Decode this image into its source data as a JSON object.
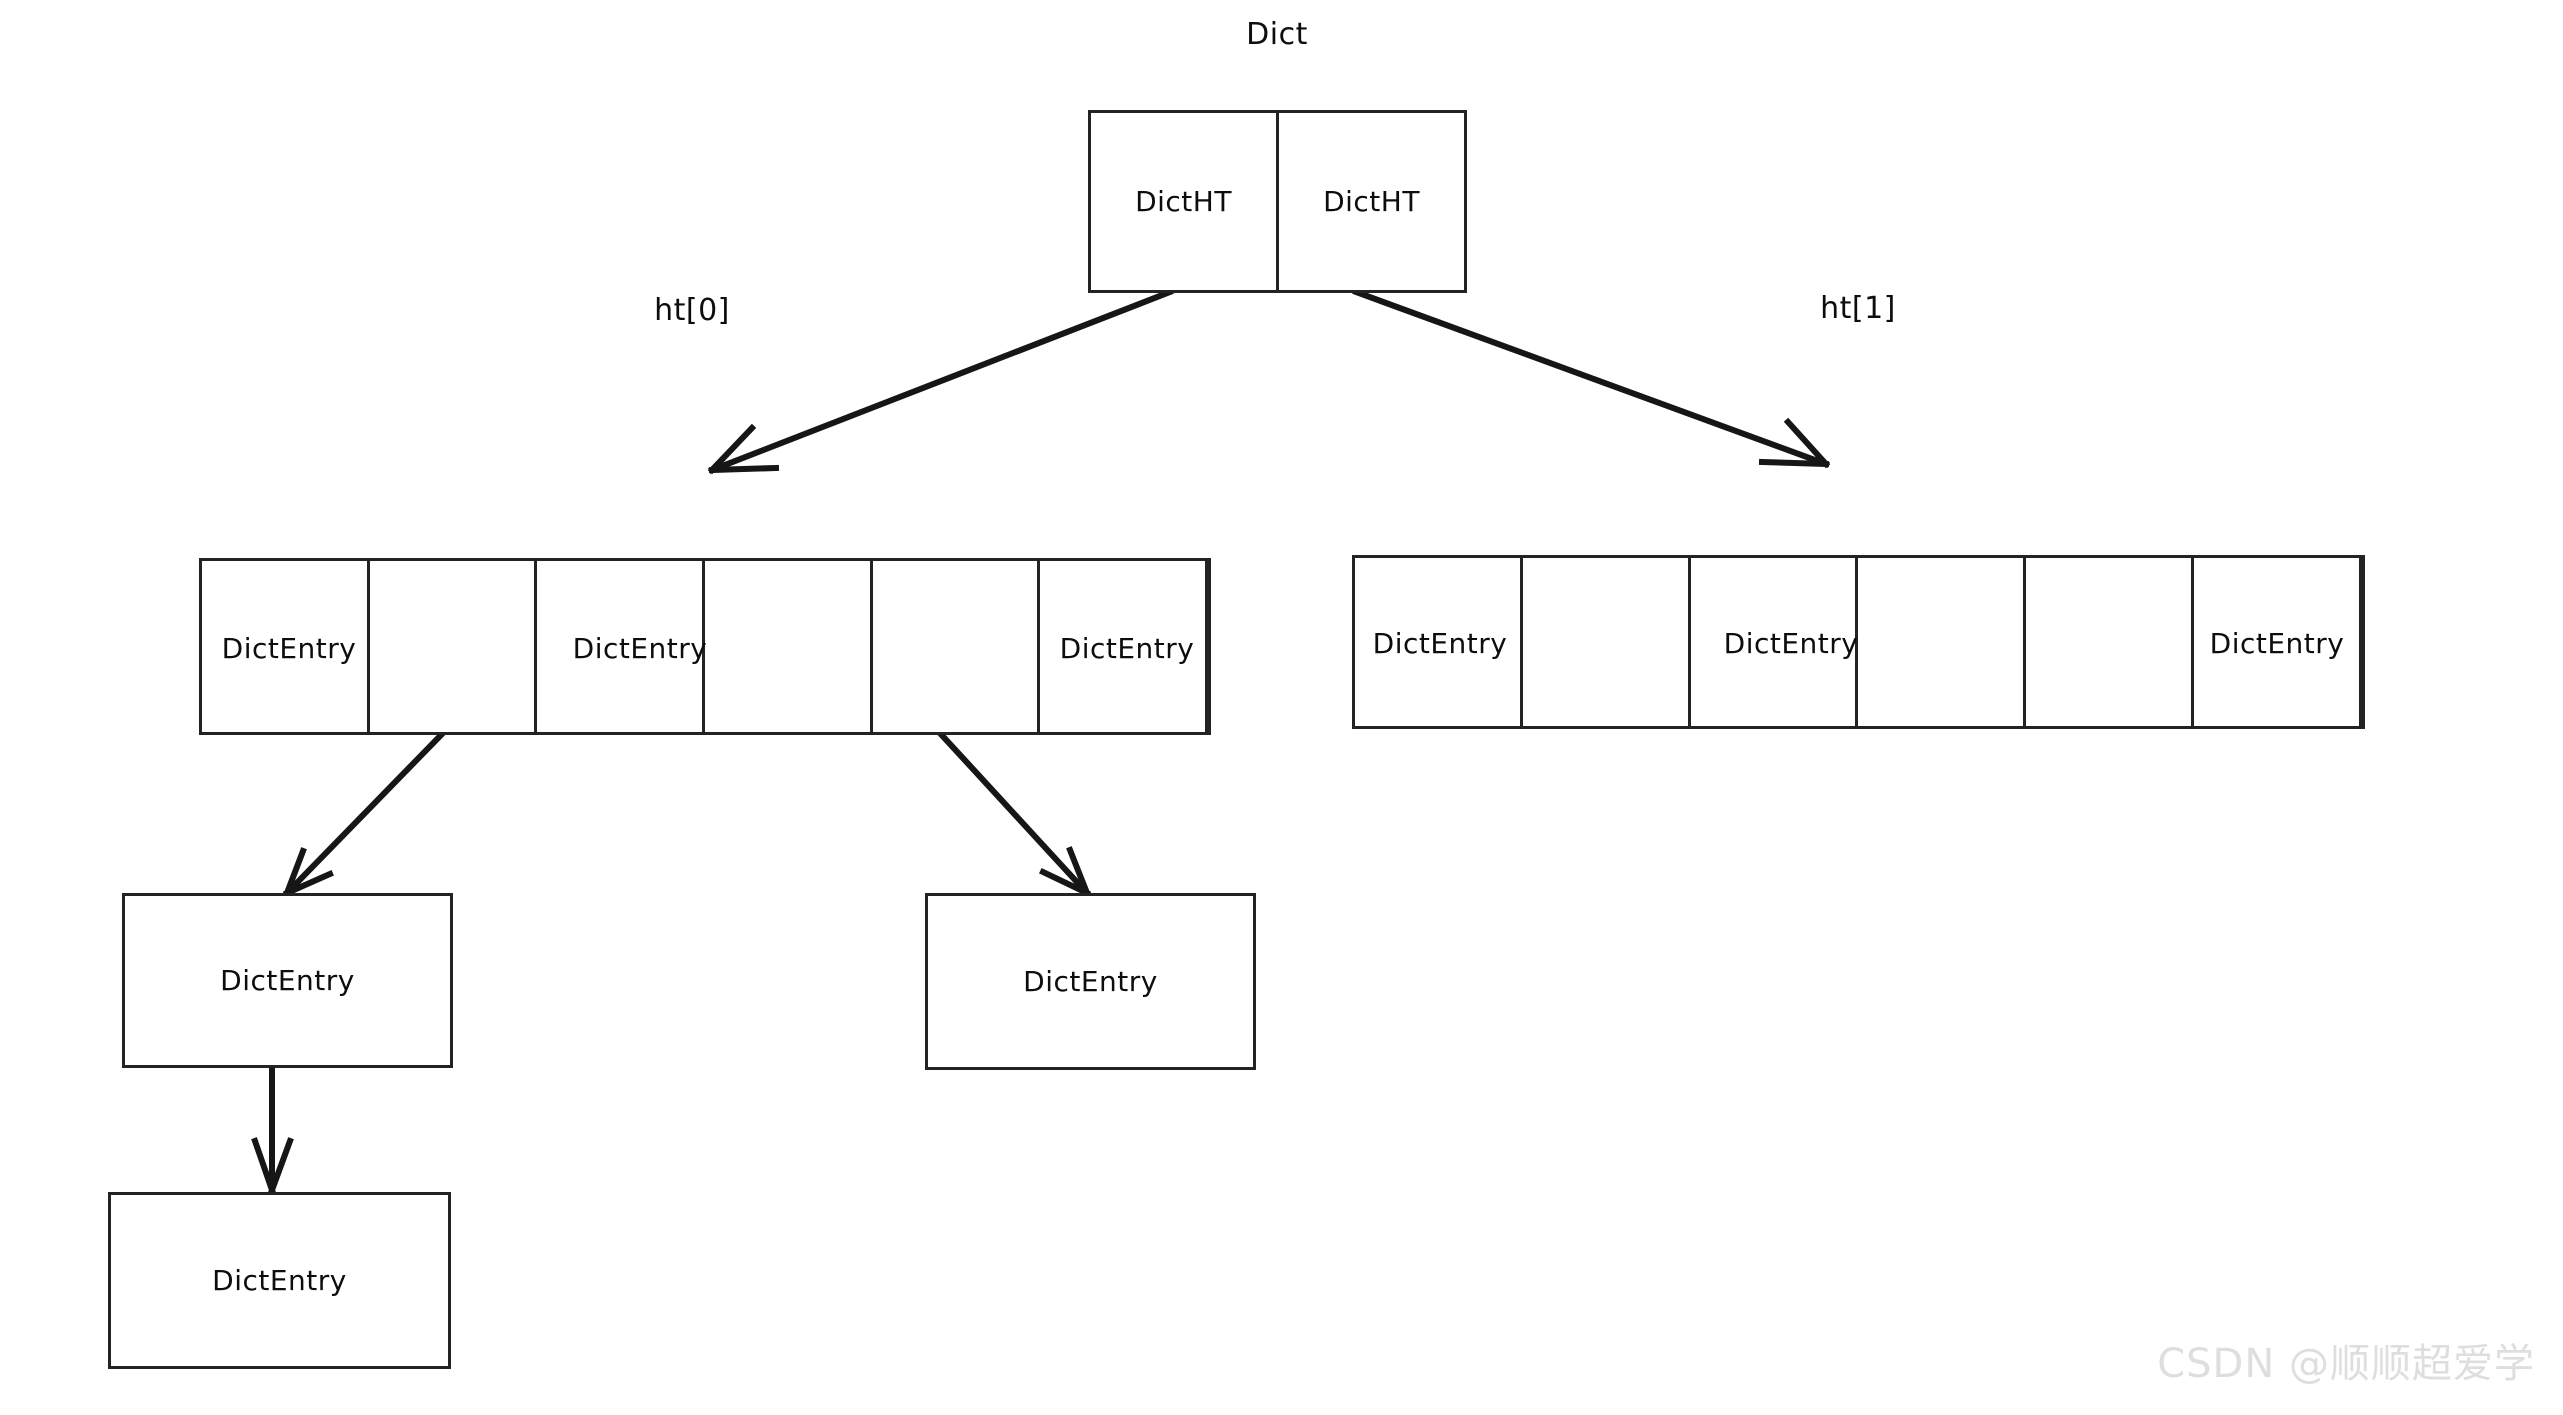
{
  "diagram": {
    "title_node": {
      "caption": "Dict",
      "cells": [
        {
          "label": "DictHT"
        },
        {
          "label": "DictHT"
        }
      ]
    },
    "hash_tables": [
      {
        "caption": "ht[0]",
        "cell_count": 6,
        "entries": [
          {
            "label": "DictEntry"
          },
          {
            "label": "DictEntry"
          },
          {
            "label": "DictEntry"
          }
        ]
      },
      {
        "caption": "ht[1]",
        "cell_count": 6,
        "entries": [
          {
            "label": "DictEntry"
          },
          {
            "label": "DictEntry"
          },
          {
            "label": "DictEntry"
          }
        ]
      }
    ],
    "chain_nodes": [
      {
        "label": "DictEntry"
      },
      {
        "label": "DictEntry"
      },
      {
        "label": "DictEntry"
      }
    ],
    "stroke_color": "#232323",
    "text_color": "#0d0d0d",
    "background_color": "#ffffff"
  },
  "watermark": {
    "text": "CSDN @顺顺超爱学",
    "color": "#dedede"
  }
}
